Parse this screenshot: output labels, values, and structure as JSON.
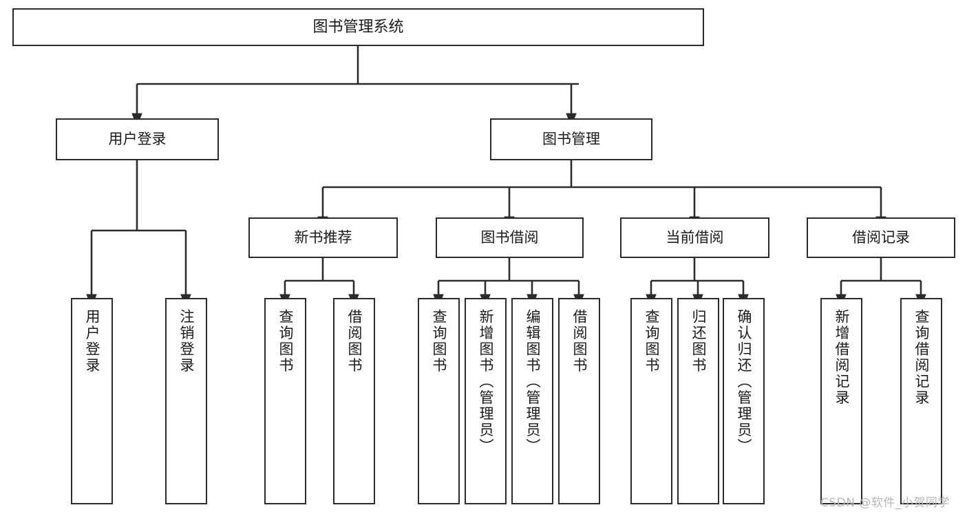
{
  "diagram": {
    "type": "tree-hierarchy-chart",
    "title": "图书管理系统",
    "background_color": "#ffffff",
    "line_color": "#2b2b2b",
    "box_border_color": "#2b2b2b",
    "text_color": "#1a1a1a"
  },
  "root": {
    "label": "图书管理系统"
  },
  "level2": {
    "user_login": {
      "label": "用户登录"
    },
    "book_manage": {
      "label": "图书管理"
    }
  },
  "level3": {
    "new_book_recommend": {
      "label": "新书推荐"
    },
    "book_borrow": {
      "label": "图书借阅"
    },
    "current_borrow": {
      "label": "当前借阅"
    },
    "borrow_record": {
      "label": "借阅记录"
    }
  },
  "leaves": {
    "user_login": [
      {
        "label": "用户登录"
      },
      {
        "label": "注销登录"
      }
    ],
    "new_book_recommend": [
      {
        "label": "查询图书"
      },
      {
        "label": "借阅图书"
      }
    ],
    "book_borrow": [
      {
        "label": "查询图书"
      },
      {
        "label": "新增图书（管理员）"
      },
      {
        "label": "编辑图书（管理员）"
      },
      {
        "label": "借阅图书"
      }
    ],
    "current_borrow": [
      {
        "label": "查询图书"
      },
      {
        "label": "归还图书"
      },
      {
        "label": "确认归还（管理员）"
      }
    ],
    "borrow_record": [
      {
        "label": "新增借阅记录"
      },
      {
        "label": "查询借阅记录"
      }
    ]
  },
  "watermark": {
    "text": "CSDN @软件_小贺同学",
    "color": "#b6b6b6"
  }
}
